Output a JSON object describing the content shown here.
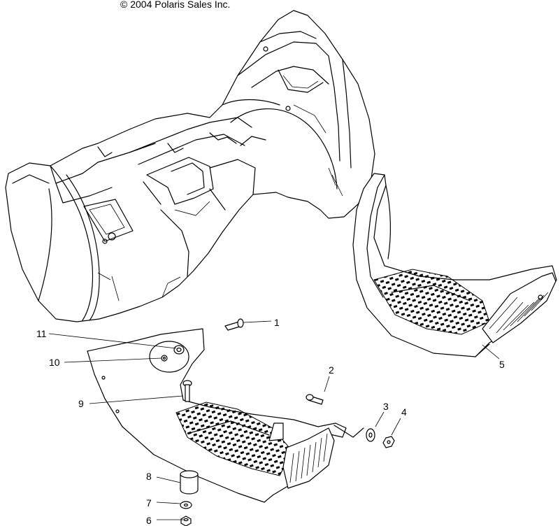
{
  "copyright": "© 2004 Polaris Sales Inc.",
  "callouts": [
    {
      "id": "1",
      "label": "1"
    },
    {
      "id": "2",
      "label": "2"
    },
    {
      "id": "3",
      "label": "3"
    },
    {
      "id": "4",
      "label": "4"
    },
    {
      "id": "5",
      "label": "5"
    },
    {
      "id": "6",
      "label": "6"
    },
    {
      "id": "7",
      "label": "7"
    },
    {
      "id": "8",
      "label": "8"
    },
    {
      "id": "9",
      "label": "9"
    },
    {
      "id": "10",
      "label": "10"
    },
    {
      "id": "11",
      "label": "11"
    }
  ]
}
